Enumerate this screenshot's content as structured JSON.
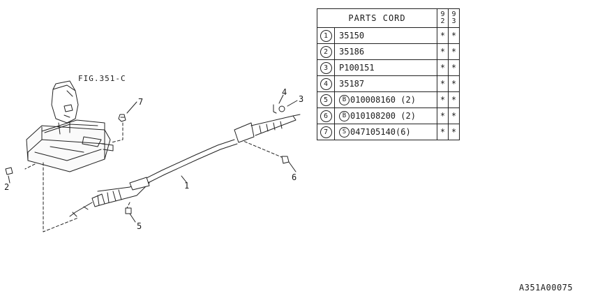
{
  "figure_ref": "FIG.351-C",
  "callouts": [
    "1",
    "2",
    "3",
    "4",
    "5",
    "6",
    "7"
  ],
  "parts_table": {
    "header": "PARTS CORD",
    "years": [
      [
        "9",
        "2"
      ],
      [
        "9",
        "3"
      ]
    ],
    "rows": [
      {
        "num": "1",
        "prefix": "",
        "code": "35150",
        "marks": [
          "*",
          "*"
        ]
      },
      {
        "num": "2",
        "prefix": "",
        "code": "35186",
        "marks": [
          "*",
          "*"
        ]
      },
      {
        "num": "3",
        "prefix": "",
        "code": "P100151",
        "marks": [
          "*",
          "*"
        ]
      },
      {
        "num": "4",
        "prefix": "",
        "code": "35187",
        "marks": [
          "*",
          "*"
        ]
      },
      {
        "num": "5",
        "prefix": "B",
        "code": "010008160 (2)",
        "marks": [
          "*",
          "*"
        ]
      },
      {
        "num": "6",
        "prefix": "B",
        "code": "010108200 (2)",
        "marks": [
          "*",
          "*"
        ]
      },
      {
        "num": "7",
        "prefix": "S",
        "code": "047105140(6)",
        "marks": [
          "*",
          "*"
        ]
      }
    ]
  },
  "drawing_id": "A351A00075"
}
